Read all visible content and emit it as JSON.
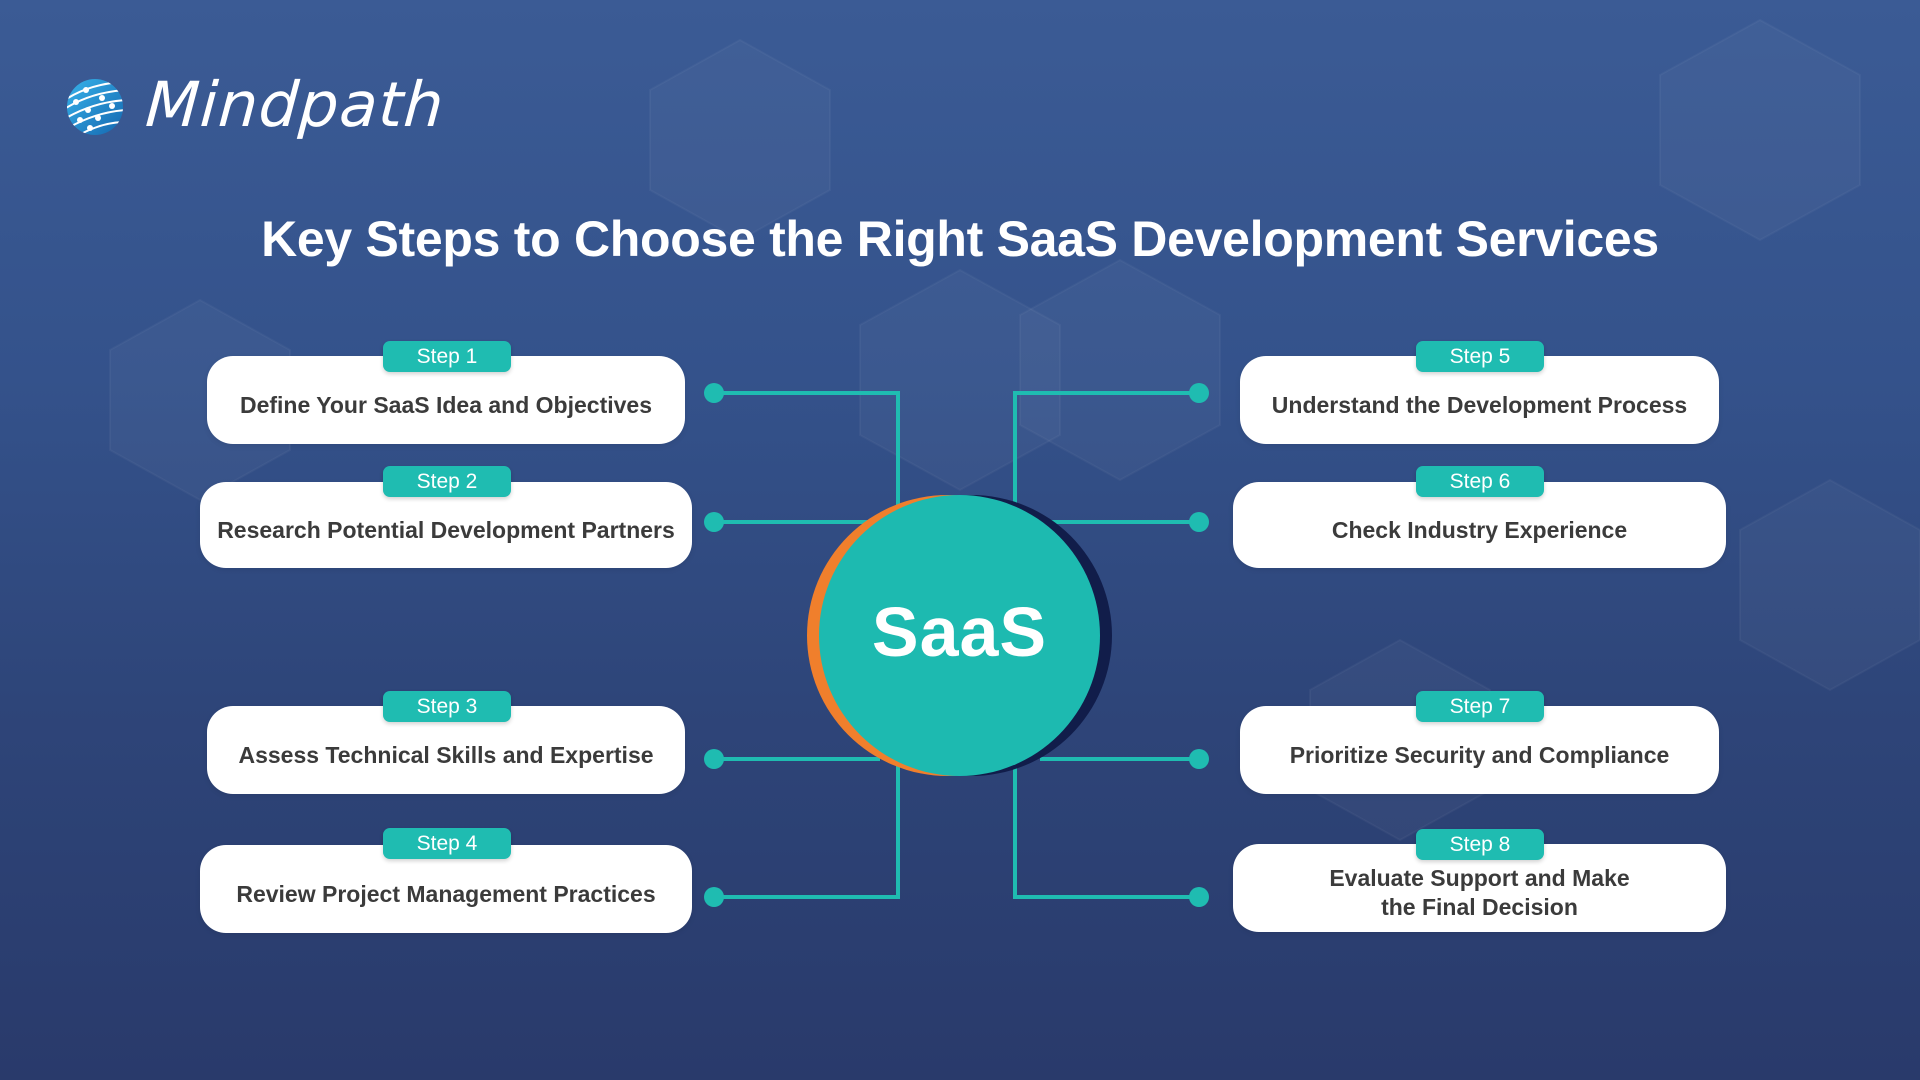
{
  "brand": {
    "name": "Mindpath",
    "logo_icon": "globe-network-icon"
  },
  "title": "Key Steps to Choose the Right SaaS Development Services",
  "hub": {
    "label": "SaaS",
    "colors": {
      "fill": "#1dbab0",
      "left_accent": "#f07f2c",
      "right_shadow": "#111d4a"
    }
  },
  "colors": {
    "background_top": "#3b5b95",
    "background_bottom": "#293a6b",
    "accent": "#1fbcb1",
    "card": "#ffffff",
    "card_text": "#3b3b3b"
  },
  "steps": [
    {
      "badge": "Step 1",
      "text": "Define Your SaaS Idea and Objectives",
      "side": "left"
    },
    {
      "badge": "Step 2",
      "text": "Research Potential Development Partners",
      "side": "left"
    },
    {
      "badge": "Step 3",
      "text": "Assess Technical Skills and Expertise",
      "side": "left"
    },
    {
      "badge": "Step 4",
      "text": "Review Project Management Practices",
      "side": "left"
    },
    {
      "badge": "Step 5",
      "text": "Understand the Development Process",
      "side": "right"
    },
    {
      "badge": "Step 6",
      "text": "Check Industry Experience",
      "side": "right"
    },
    {
      "badge": "Step 7",
      "text": "Prioritize Security and Compliance",
      "side": "right"
    },
    {
      "badge": "Step 8",
      "text": "Evaluate Support and Make the Final Decision",
      "side": "right"
    }
  ]
}
